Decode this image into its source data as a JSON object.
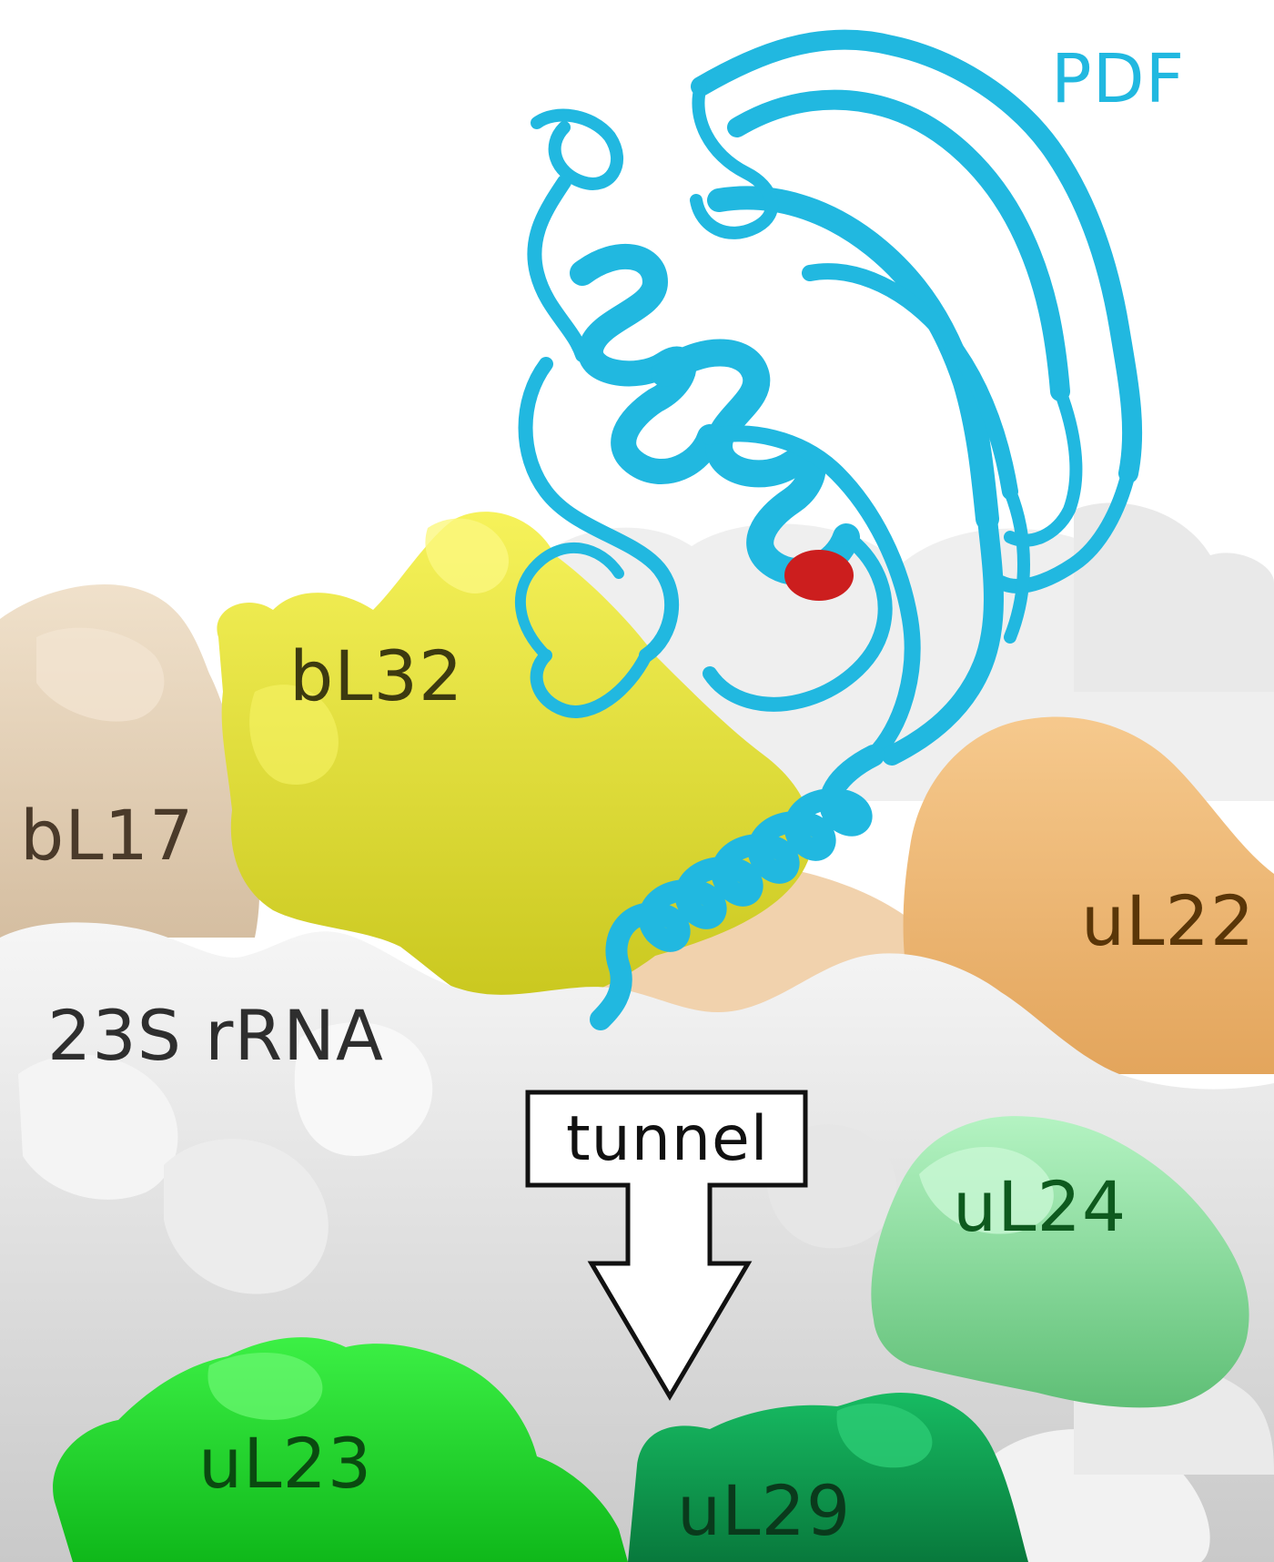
{
  "labels": {
    "pdf": "PDF",
    "bl32": "bL32",
    "bl17": "bL17",
    "ul22": "uL22",
    "rrna": "23S rRNA",
    "ul24": "uL24",
    "ul23": "uL23",
    "ul29": "uL29",
    "tunnel": "tunnel"
  },
  "colors": {
    "pdf": "#21b8e0",
    "bl32": "#e7e62f",
    "bl32_text": "#3d3a10",
    "bl17": "#e4cfb4",
    "bl17_text": "#4a3a2a",
    "ul22": "#f1ba74",
    "ul22_text": "#5a3608",
    "rrna": "#e4e4e4",
    "rrna_text": "#2e2e2e",
    "ul24": "#9ee8ad",
    "ul24_text": "#0e5a1e",
    "ul23": "#1ee42a",
    "ul23_text": "#0a4a10",
    "ul29": "#0ea555",
    "ul29_text": "#0a3a1c",
    "active_site": "#cc1e1e"
  }
}
